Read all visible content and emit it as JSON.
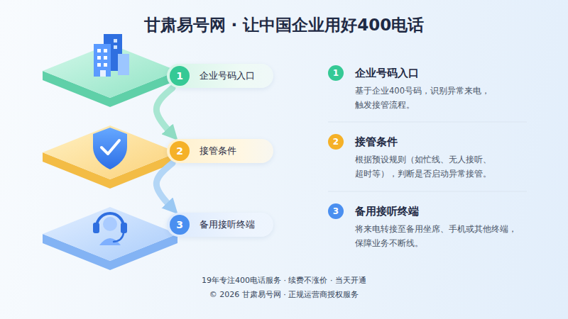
{
  "diagram": {
    "title": "甘肃易号网 · 让中国企业用好400电话",
    "nodes": [
      {
        "text": [
          "1",
          "企业号码入口"
        ]
      },
      {
        "text": [
          "2",
          "接管条件"
        ]
      },
      {
        "text": [
          "3",
          "备用接听终端"
        ]
      },
      {
        "text": [
          "1",
          "企业号码入口",
          "基于企业400号码，识别异常来电， 触发接管流程。"
        ]
      },
      {
        "text": [
          "2",
          "接管条件",
          "根据预设规则（如忙线、无人接听、 超时等），判断是否启动异常接管。"
        ]
      },
      {
        "text": [
          "3",
          "备用接听终端",
          "将来电转接至备用坐席、手机或其他终端， 保障业务不断线。"
        ]
      }
    ],
    "edges": [
      {
        "from": 0,
        "to": 1,
        "arrow": "to"
      },
      {
        "from": 1,
        "to": 2,
        "arrow": "to"
      }
    ],
    "labels": [
      "19年专注400电话服务 · 续费不涨价 · 当天开通",
      "© 2026 甘肃易号网 · 正规运营商授权服务"
    ]
  }
}
